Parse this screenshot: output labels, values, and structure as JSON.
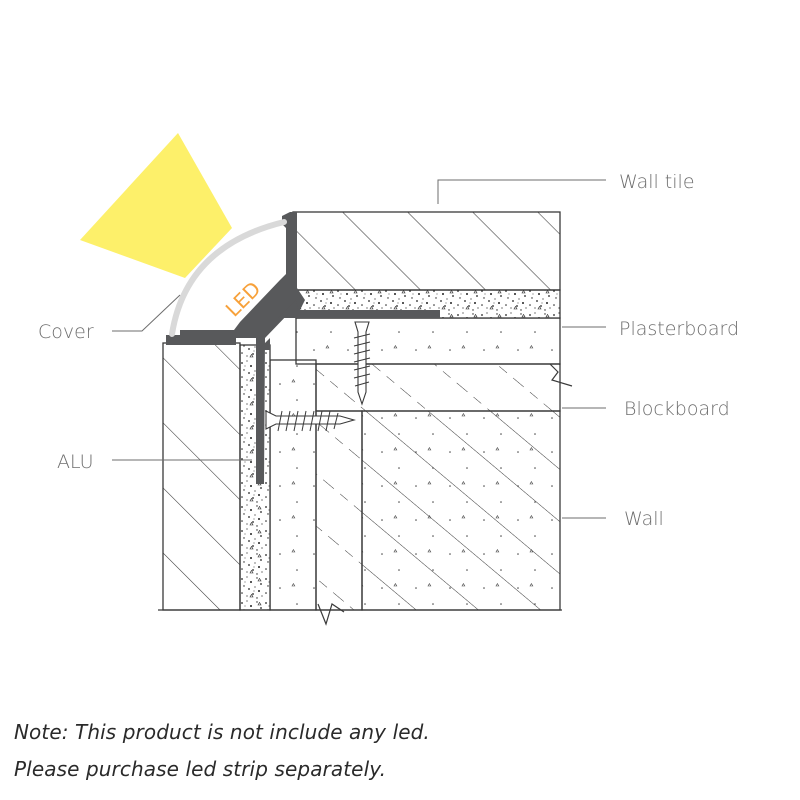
{
  "labels": {
    "wall_tile": "Wall tile",
    "plasterboard": "Plasterboard",
    "blockboard": "Blockboard",
    "wall": "Wall",
    "cover": "Cover",
    "alu": "ALU",
    "led": "LED"
  },
  "notes": {
    "line1": "Note: This product is not include any led.",
    "line2": "Please purchase led strip separately."
  },
  "colors": {
    "light_beam": "#fdf06a",
    "led_text": "#f7a13a",
    "alu_profile": "#58595b",
    "cover": "#d9d9d9",
    "line": "#3a3a3a",
    "label_text": "#6d6d6d"
  }
}
